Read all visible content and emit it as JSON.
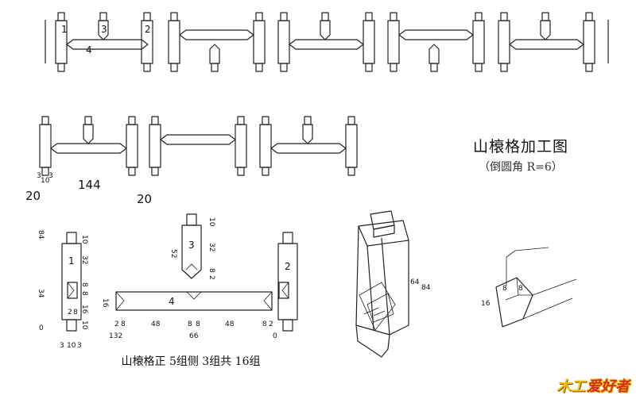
{
  "title": "山榱格加工图",
  "subtitle": "（倒圆角 R=6）",
  "caption": "山榱格正 5组侧 3组共 16组",
  "logo": {
    "mark": "木工",
    "text": "爱好者"
  },
  "assembly_labels": {
    "post_left": "1",
    "center_tenon": "3",
    "post_right": "2",
    "rail": "4"
  },
  "assembly_dims": {
    "offset_left": "3",
    "offset_right": "3",
    "tenon_10": "10",
    "span": "144",
    "left": "20",
    "right": "20"
  },
  "part1": {
    "label": "1",
    "total": "84",
    "top": "10",
    "upper": "32",
    "mortise_a": "8",
    "mortise_b": "8",
    "height_34": "34",
    "mortise_16": "16",
    "inner_2": "2",
    "inner_8": "8",
    "bottom": "10",
    "zero": "0",
    "w3a": "3",
    "w10": "10",
    "w3b": "3"
  },
  "part3": {
    "label": "3",
    "top": "10",
    "total": "52",
    "mid": "32",
    "low_8": "8",
    "low_2": "2"
  },
  "part4": {
    "label": "4",
    "height": "16",
    "d2a": "2",
    "d8a": "8",
    "d48a": "48",
    "d8b": "8",
    "d8c": "8",
    "d48b": "48",
    "d8d": "8",
    "d2b": "2",
    "total": "132",
    "mid": "66",
    "zero": "0"
  },
  "part2": {
    "label": "2"
  },
  "iso1": {
    "d1": "64",
    "d2": "84"
  },
  "iso2": {
    "d1": "16",
    "d2": "8",
    "d3": "8"
  }
}
